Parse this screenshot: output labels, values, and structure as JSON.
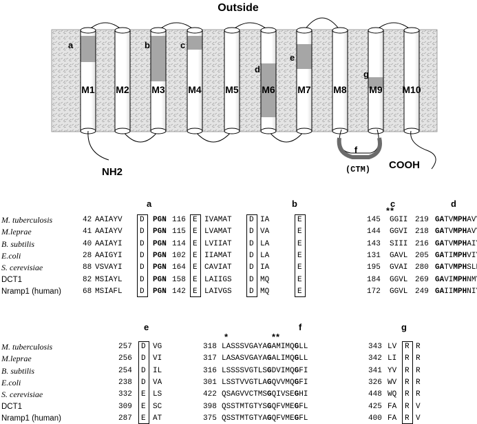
{
  "diagram": {
    "outside_label": "Outside",
    "nh2_label": "NH2",
    "cooh_label": "COOH",
    "ctm_label": "(CTM)",
    "helices": [
      "M1",
      "M2",
      "M3",
      "M4",
      "M5",
      "M6",
      "M7",
      "M8",
      "M9",
      "M10"
    ],
    "segment_letters": [
      "a",
      "b",
      "c",
      "d",
      "e",
      "f",
      "g"
    ]
  },
  "alignment1": {
    "headers": [
      "a",
      "b",
      "c",
      "d"
    ],
    "stars_c": "**",
    "rows": [
      {
        "species": "M. tuberculosis",
        "italic": true,
        "a_num": "42",
        "a_seq": "AAIAYV",
        "a_box": "D",
        "a_bold": "PGN",
        "b_num": "116",
        "b_box1": "E",
        "b_seq1": "IVAMAT",
        "b_box2": "D",
        "b_seq2": "IA",
        "b_box3": "E",
        "c_num": "145",
        "c_seq": "GGII",
        "d_num": "219",
        "d_seq": "GATVMPHAVYLH"
      },
      {
        "species": "M.leprae",
        "italic": true,
        "a_num": "41",
        "a_seq": "AAIAYV",
        "a_box": "D",
        "a_bold": "PGN",
        "b_num": "115",
        "b_box1": "E",
        "b_seq1": "LVAMAT",
        "b_box2": "D",
        "b_seq2": "VA",
        "b_box3": "E",
        "c_num": "144",
        "c_seq": "GGVI",
        "d_num": "218",
        "d_seq": "GATVMPHAVYLH"
      },
      {
        "species": "B. subtilis",
        "italic": true,
        "a_num": "40",
        "a_seq": "AAIAYI",
        "a_box": "D",
        "a_bold": "PGN",
        "b_num": "114",
        "b_box1": "E",
        "b_seq1": "LVIIAT",
        "b_box2": "D",
        "b_seq2": "LA",
        "b_box3": "E",
        "c_num": "143",
        "c_seq": "SIII",
        "d_num": "216",
        "d_seq": "GATVMPHAIYLH"
      },
      {
        "species": "E.coli",
        "italic": true,
        "a_num": "28",
        "a_seq": "AAIGYI",
        "a_box": "D",
        "a_bold": "PGN",
        "b_num": "102",
        "b_box1": "E",
        "b_seq1": "IIAMAT",
        "b_box2": "D",
        "b_seq2": "LA",
        "b_box3": "E",
        "c_num": "131",
        "c_seq": "GAVL",
        "d_num": "205",
        "d_seq": "GATIMPHVIYLH"
      },
      {
        "species": "S. cerevisiae",
        "italic": true,
        "a_num": "88",
        "a_seq": "VSVAYI",
        "a_box": "D",
        "a_bold": "PGN",
        "b_num": "164",
        "b_box1": "E",
        "b_seq1": "CAVIAT",
        "b_box2": "D",
        "b_seq2": "IA",
        "b_box3": "E",
        "c_num": "195",
        "c_seq": "GVAI",
        "d_num": "280",
        "d_seq": "GATVMPHSLFLG"
      },
      {
        "species": "DCT1",
        "italic": false,
        "a_num": "82",
        "a_seq": "MSIAYL",
        "a_box": "D",
        "a_bold": "PGN",
        "b_num": "158",
        "b_box1": "E",
        "b_seq1": "LAIIGS",
        "b_box2": "D",
        "b_seq2": "MQ",
        "b_box3": "E",
        "c_num": "184",
        "c_seq": "GGVL",
        "d_num": "269",
        "d_seq": "GAVIMPHNMYLH"
      },
      {
        "species": "Nramp1 (human)",
        "italic": false,
        "a_num": "68",
        "a_seq": "MSIAFL",
        "a_box": "D",
        "a_bold": "PGN",
        "b_num": "142",
        "b_box1": "E",
        "b_seq1": "LAIVGS",
        "b_box2": "D",
        "b_seq2": "MQ",
        "b_box3": "E",
        "c_num": "172",
        "c_seq": "GGVL",
        "d_num": "249",
        "d_seq": "GAIIMPHNIYLH"
      }
    ]
  },
  "alignment2": {
    "headers": [
      "e",
      "f",
      "g"
    ],
    "stars_f1": "*",
    "stars_f2": "**",
    "rows": [
      {
        "species": "M. tuberculosis",
        "italic": true,
        "e_num": "257",
        "e_box": "D",
        "e_seq": "VG",
        "f_num": "318",
        "f_pre": "LASSSVGAYA",
        "f_b1": "G",
        "f_mid": "AMIMQ",
        "f_b2": "G",
        "f_post": "LL",
        "g_num": "343",
        "g_pre": "LV",
        "g_box": "R",
        "g_post": "R"
      },
      {
        "species": "M.leprae",
        "italic": true,
        "e_num": "256",
        "e_box": "D",
        "e_seq": "VI",
        "f_num": "317",
        "f_pre": "LASASVGAYA",
        "f_b1": "G",
        "f_mid": "ALIMQ",
        "f_b2": "G",
        "f_post": "LL",
        "g_num": "342",
        "g_pre": "LI",
        "g_box": "R",
        "g_post": "R"
      },
      {
        "species": "B. subtilis",
        "italic": true,
        "e_num": "254",
        "e_box": "D",
        "e_seq": "IL",
        "f_num": "316",
        "f_pre": "LSSSSVGTLS",
        "f_b1": "G",
        "f_mid": "DVIMQ",
        "f_b2": "G",
        "f_post": "FI",
        "g_num": "341",
        "g_pre": "YV",
        "g_box": "R",
        "g_post": "R"
      },
      {
        "species": "E.coli",
        "italic": true,
        "e_num": "238",
        "e_box": "D",
        "e_seq": "VA",
        "f_num": "301",
        "f_pre": "LSSTVVGTLA",
        "f_b1": "G",
        "f_mid": "QVVMQ",
        "f_b2": "G",
        "f_post": "FI",
        "g_num": "326",
        "g_pre": "WV",
        "g_box": "R",
        "g_post": "R"
      },
      {
        "species": "S. cerevisiae",
        "italic": true,
        "e_num": "332",
        "e_box": "E",
        "e_seq": "LS",
        "f_num": "422",
        "f_pre": "QSAGVVCTMS",
        "f_b1": "G",
        "f_mid": "QIVSE",
        "f_b2": "G",
        "f_post": "HI",
        "g_num": "448",
        "g_pre": "WQ",
        "g_box": "R",
        "g_post": "R"
      },
      {
        "species": "DCT1",
        "italic": false,
        "e_num": "309",
        "e_box": "E",
        "e_seq": "SC",
        "f_num": "398",
        "f_pre": "QSSTMTGTYS",
        "f_b1": "G",
        "f_mid": "QFVME",
        "f_b2": "G",
        "f_post": "FL",
        "g_num": "425",
        "g_pre": "FA",
        "g_box": "R",
        "g_post": "V"
      },
      {
        "species": "Nramp1 (human)",
        "italic": false,
        "e_num": "287",
        "e_box": "E",
        "e_seq": "AT",
        "f_num": "375",
        "f_pre": "QSSTMTGTYA",
        "f_b1": "G",
        "f_mid": "QFVME",
        "f_b2": "G",
        "f_post": "FL",
        "g_num": "400",
        "g_pre": "FA",
        "g_box": "R",
        "g_post": "V"
      }
    ]
  }
}
